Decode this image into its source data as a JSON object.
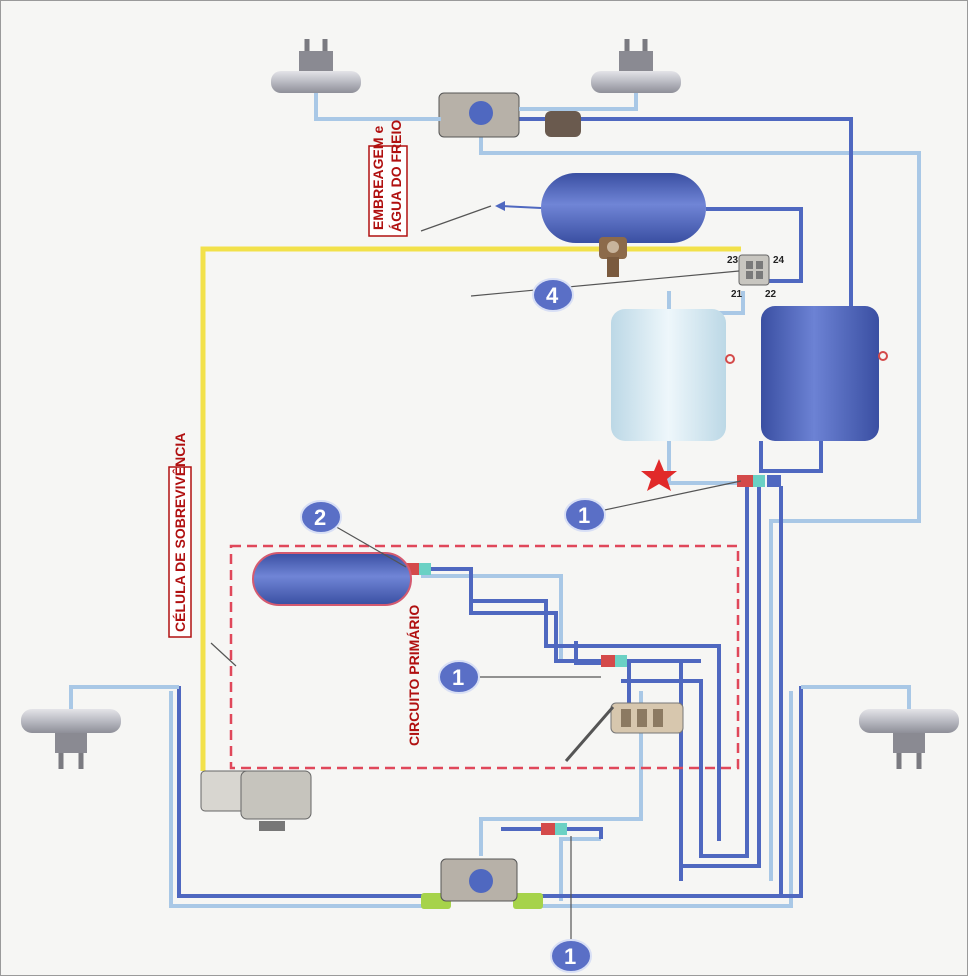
{
  "labels": {
    "embreagem_line1": "EMBREAGEM e",
    "embreagem_line2": "ÁGUA DO FREIO",
    "celula": "CÉLULA DE SOBREVIVÊNCIA",
    "circuito": "CIRCUITO PRIMÁRIO"
  },
  "markers": {
    "m4": "4",
    "m2": "2",
    "m1_tank": "1",
    "m1_primary": "1",
    "m1_bottom": "1"
  },
  "ports": {
    "p23": "23",
    "p24": "24",
    "p21": "21",
    "p22": "22"
  },
  "colors": {
    "dark_line": "#4f68c0",
    "light_line": "#a9c8e6",
    "yellow_line": "#f2e14a",
    "dark_tank": "#4b62b8",
    "light_tank": "#d7ebf3",
    "dashed_box": "#e0485a",
    "marker": "#5a6fc6"
  }
}
